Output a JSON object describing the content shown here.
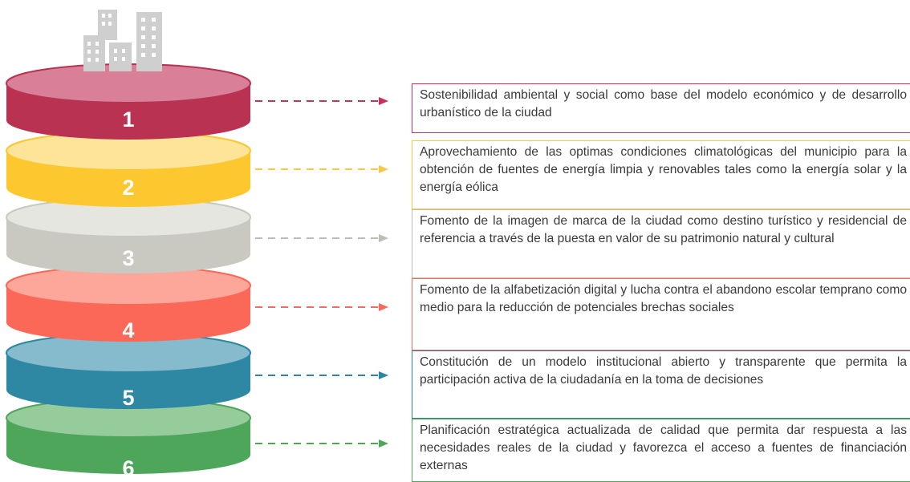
{
  "icon": "city-buildings-icon",
  "layers": [
    {
      "number": "1",
      "color_top": "#d98098",
      "color_side": "#b93252",
      "color_arrow": "#c63257",
      "text": "Sostenibilidad ambiental y social como base del modelo económico y de desarrollo urbanístico de la ciudad"
    },
    {
      "number": "2",
      "color_top": "#fde498",
      "color_side": "#fdc72f",
      "color_arrow": "#f7c84a",
      "text": "Aprovechamiento de las optimas condiciones climatológicas del municipio para la obtención de fuentes de energía limpia y renovables tales como la energía solar y la energía eólica"
    },
    {
      "number": "3",
      "color_top": "#e6e6e0",
      "color_side": "#c9c8c1",
      "color_arrow": "#bdbdb6",
      "text": "Fomento de la imagen de marca de la ciudad como destino turístico y residencial de referencia a través de la puesta en valor de su patrimonio natural y cultural"
    },
    {
      "number": "4",
      "color_top": "#fda69a",
      "color_side": "#fc6858",
      "color_arrow": "#f56a5c",
      "text": "Fomento de la alfabetización digital y lucha contra el abandono escolar temprano como medio para la reducción de potenciales brechas sociales"
    },
    {
      "number": "5",
      "color_top": "#85bbcc",
      "color_side": "#2e87a3",
      "color_arrow": "#2a86a3",
      "text": "Constitución de un modelo institucional abierto y transparente que permita la participación activa de la ciudadanía en la toma de decisiones"
    },
    {
      "number": "6",
      "color_top": "#96cc9c",
      "color_side": "#4ea65b",
      "color_arrow": "#4ea65b",
      "text": "Planificación estratégica actualizada de calidad que permita dar respuesta a las necesidades reales de la ciudad y favorezca el acceso a fuentes de financiación externas"
    }
  ]
}
